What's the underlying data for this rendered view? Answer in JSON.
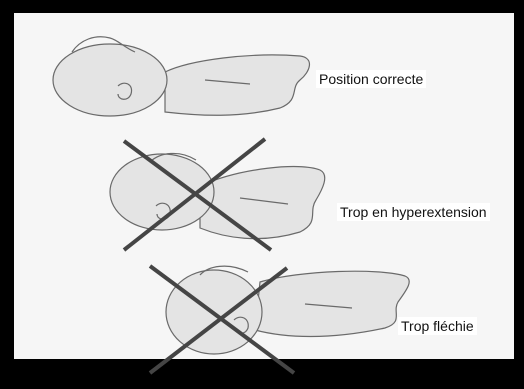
{
  "diagram": {
    "colors": {
      "frame": "#000000",
      "panel": "#f6f6f6",
      "figure_fill": "#e4e4e4",
      "figure_stroke": "#6a6a6a",
      "cross": "#454545"
    },
    "labels": {
      "correct": "Position correcte",
      "hyperextension": "Trop en hyperextension",
      "flexed": "Trop fléchie"
    },
    "figures": [
      {
        "id": "correct",
        "crossed": false
      },
      {
        "id": "hyperextension",
        "crossed": true
      },
      {
        "id": "flexed",
        "crossed": true
      }
    ]
  }
}
